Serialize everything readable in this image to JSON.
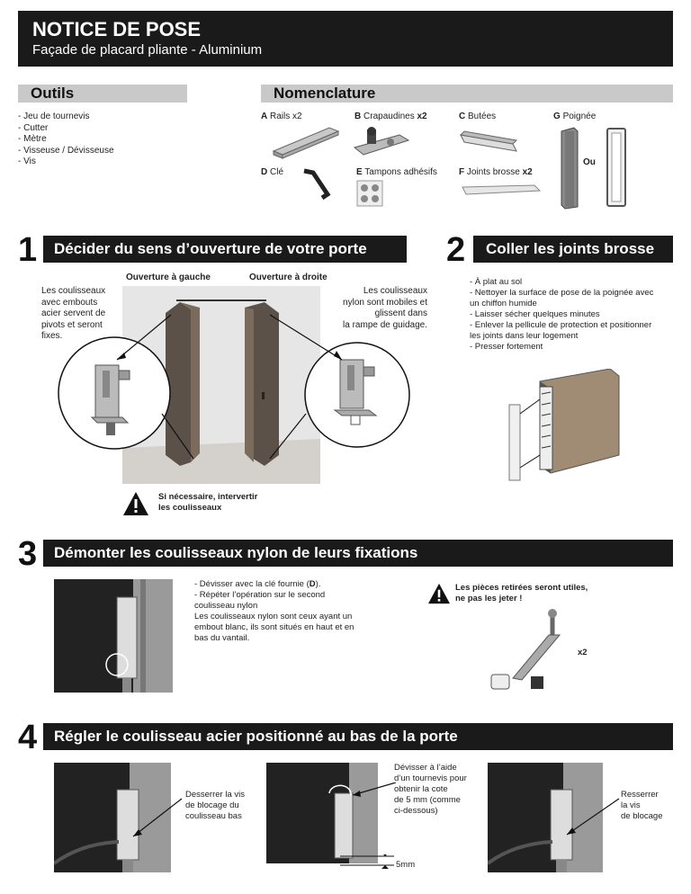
{
  "header": {
    "title": "NOTICE DE POSE",
    "subtitle": "Façade de placard pliante - Aluminium"
  },
  "tools": {
    "title": "Outils",
    "items": [
      "- Jeu de tournevis",
      "- Cutter",
      "- Mètre",
      "- Visseuse / Dévisseuse",
      "- Vis"
    ]
  },
  "nomenclature": {
    "title": "Nomenclature",
    "parts": [
      {
        "letter": "A",
        "label": "Rails x2",
        "qty": ""
      },
      {
        "letter": "B",
        "label": "Crapaudines ",
        "qty": "x2"
      },
      {
        "letter": "C",
        "label": "Butées",
        "qty": ""
      },
      {
        "letter": "G",
        "label": "Poignée",
        "qty": ""
      },
      {
        "letter": "D",
        "label": "Clé",
        "qty": ""
      },
      {
        "letter": "E",
        "label": "Tampons adhésifs",
        "qty": ""
      },
      {
        "letter": "F",
        "label": "Joints brosse ",
        "qty": "x2"
      }
    ],
    "or_label": "Ou"
  },
  "step1": {
    "num": "1",
    "title": "Décider du sens d’ouverture de votre porte",
    "left_label": "Ouverture à gauche",
    "right_label": "Ouverture à droite",
    "left_text": "Les coulisseaux\navec embouts\nacier servent de\npivots et seront\nfixes.",
    "right_text": "Les coulisseaux\nnylon sont mobiles et\nglissent dans\nla rampe de guidage.",
    "warning": "Si nécessaire, intervertir\nles coulisseaux"
  },
  "step2": {
    "num": "2",
    "title": "Coller les joints brosse",
    "text": "- À plat au sol\n- Nettoyer la surface de pose de la poignée avec\nun chiffon humide\n- Laisser sécher quelques minutes\n- Enlever la pellicule de protection et positionner\nles joints dans leur logement\n- Presser fortement"
  },
  "step3": {
    "num": "3",
    "title": "Démonter les coulisseaux nylon de leurs fixations",
    "text_before": "- Dévisser avec la clé fournie (",
    "text_key": "D",
    "text_after": ").",
    "text_rest": "- Répéter l’opération sur le second\ncoulisseau nylon\nLes coulisseaux nylon sont ceux ayant un\nembout blanc, ils sont situés en haut et en\nbas du vantail.",
    "warning": "Les pièces retirées seront utiles,\nne pas les jeter !",
    "qty": "x2"
  },
  "step4": {
    "num": "4",
    "title": "Régler le coulisseau acier positionné au bas de la porte",
    "text1": "Desserrer la vis\nde blocage du\ncoulisseau bas",
    "text2": "Dévisser à l’aide\nd’un tournevis pour\nobtenir la cote\nde 5 mm (comme\nci-dessous)",
    "text3": "Resserrer\nla vis\nde blocage",
    "dimension": "5mm"
  }
}
